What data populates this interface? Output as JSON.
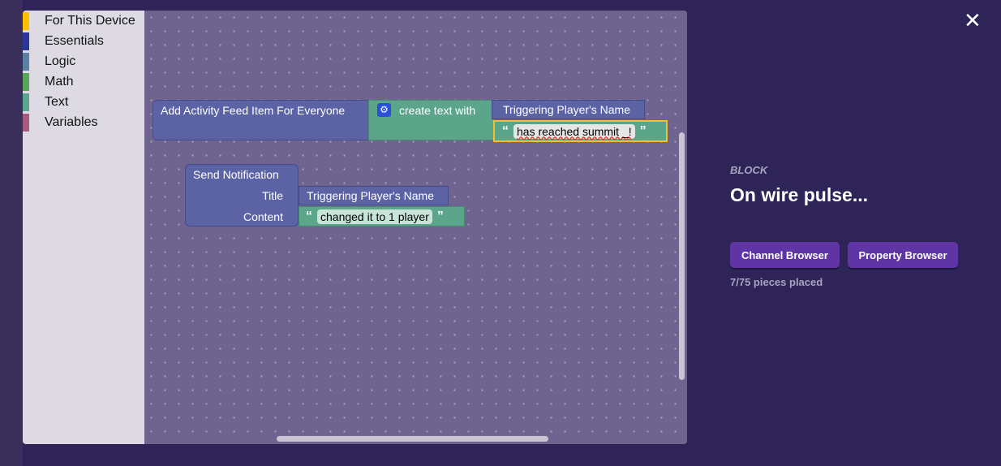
{
  "toolbox": {
    "categories": [
      {
        "label": "For This Device",
        "color": "#ffbf00"
      },
      {
        "label": "Essentials",
        "color": "#2b3797"
      },
      {
        "label": "Logic",
        "color": "#5b80a5"
      },
      {
        "label": "Math",
        "color": "#5ba55b"
      },
      {
        "label": "Text",
        "color": "#5ba58c"
      },
      {
        "label": "Variables",
        "color": "#a55b80"
      }
    ]
  },
  "blocks": {
    "activity": {
      "label": "Add Activity Feed Item For Everyone",
      "create_text": "create text with",
      "player": "Triggering Player's Name",
      "string": "has reached summit _!"
    },
    "notify": {
      "label": "Send Notification",
      "title_label": "Title",
      "title_value": "Triggering Player's Name",
      "content_label": "Content",
      "content_value": "changed it to 1 player"
    },
    "open_quote": "“",
    "close_quote": "”"
  },
  "sidebar": {
    "kicker": "BLOCK",
    "title": "On wire pulse...",
    "channel_browser": "Channel Browser",
    "property_browser": "Property Browser",
    "pieces": "7/75 pieces placed"
  },
  "close": "✕"
}
